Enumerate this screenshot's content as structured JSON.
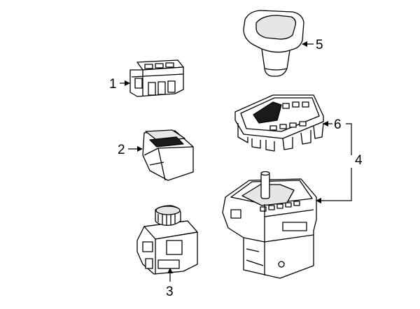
{
  "diagram": {
    "callouts": [
      {
        "id": "1",
        "label": "1"
      },
      {
        "id": "2",
        "label": "2"
      },
      {
        "id": "3",
        "label": "3"
      },
      {
        "id": "4",
        "label": "4"
      },
      {
        "id": "5",
        "label": "5"
      },
      {
        "id": "6",
        "label": "6"
      }
    ],
    "colors": {
      "line": "#000000",
      "background": "#ffffff"
    }
  }
}
